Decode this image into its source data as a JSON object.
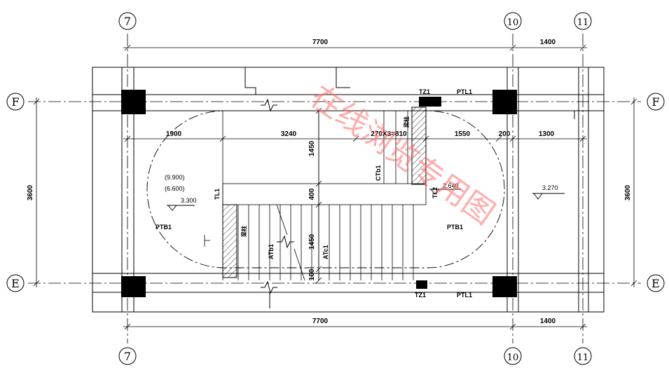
{
  "axes": {
    "col_7": "7",
    "col_10": "10",
    "col_11": "11",
    "row_f": "F",
    "row_e": "E"
  },
  "dimensions": {
    "top_span_7_10": "7700",
    "top_span_10_11": "1400",
    "bottom_span_7_10": "7700",
    "bottom_span_10_11": "1400",
    "left_height": "3600",
    "right_height": "3600",
    "inner_1900": "1900",
    "inner_3240": "3240",
    "inner_steps": "270X3=810",
    "inner_1550": "1550",
    "inner_200": "200",
    "inner_1300": "1300",
    "vert_1450_top": "1450",
    "vert_400": "400",
    "vert_1450_bottom": "1450",
    "vert_100": "100"
  },
  "labels": {
    "tz1_top": "TZ1",
    "ptl1_top": "PTL1",
    "tz1_bottom": "TZ1",
    "ptl1_bottom": "PTL1",
    "ptb1_left": "PTB1",
    "ptb1_right": "PTB1",
    "tl1": "TL1",
    "tl2": "TL2",
    "atb1": "ATb1",
    "atc1": "ATc1",
    "ctb1": "CTb1",
    "jiuzhu_top": "梁柱",
    "jiuzhu_left": "梁柱"
  },
  "elevations": {
    "left_a": "(9.900)",
    "left_b": "(6.600)",
    "left_c": "3.300",
    "mid": "2.640",
    "right": "3.270"
  },
  "watermark": "在线浏览专用图",
  "colors": {
    "line": "#000000",
    "column_fill": "#000000",
    "watermark": "#ff6b6b"
  }
}
